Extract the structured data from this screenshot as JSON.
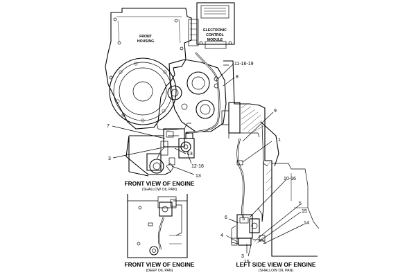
{
  "labels": {
    "front_housing": [
      "FRONT",
      "HOUSING"
    ],
    "ecm": [
      "ELECTRONIC",
      "CONTROL",
      "MODULE"
    ]
  },
  "callouts": {
    "c_11_16_19": "11-16-19",
    "c_8": "8",
    "c_7": "7",
    "c_3a": "3",
    "c_13a": "13",
    "c_12_16": "12-16",
    "c_13b": "13",
    "c_9": "9",
    "c_1": "1",
    "c_10_16": "10-16",
    "c_6": "6",
    "c_5": "5",
    "c_15a": "15",
    "c_14": "14",
    "c_4": "4",
    "c_3b": "3",
    "c_15b": "15"
  },
  "views": {
    "front_shallow": {
      "title": "FRONT VIEW OF ENGINE",
      "subtitle": "(SHALLOW OIL PAN)"
    },
    "front_deep": {
      "title": "FRONT VIEW OF ENGINE",
      "subtitle": "(DEEP OIL PAN)"
    },
    "left_side": {
      "title": "LEFT SIDE VIEW OF ENGINE",
      "subtitle": "(SHALLOW OIL PAN)"
    }
  }
}
